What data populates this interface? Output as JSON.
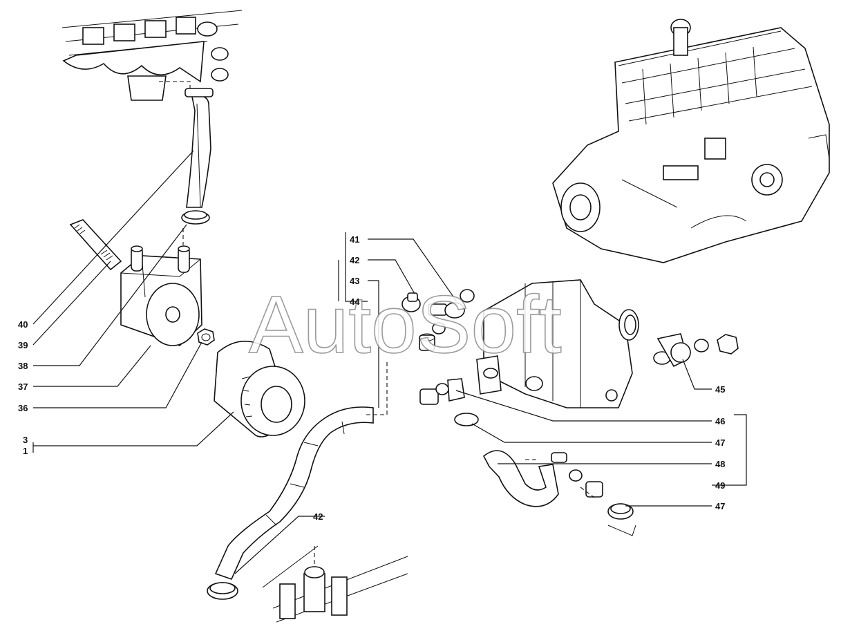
{
  "watermark": "AutoSoft",
  "callouts": {
    "c40": "40",
    "c39": "39",
    "c38": "38",
    "c37": "37",
    "c36": "36",
    "c3": "3",
    "c1": "1",
    "c41": "41",
    "c42a": "42",
    "c43": "43",
    "c44": "44",
    "c45": "45",
    "c46": "46",
    "c47a": "47",
    "c48": "48",
    "c49": "49",
    "c47b": "47",
    "c42b": "42"
  }
}
